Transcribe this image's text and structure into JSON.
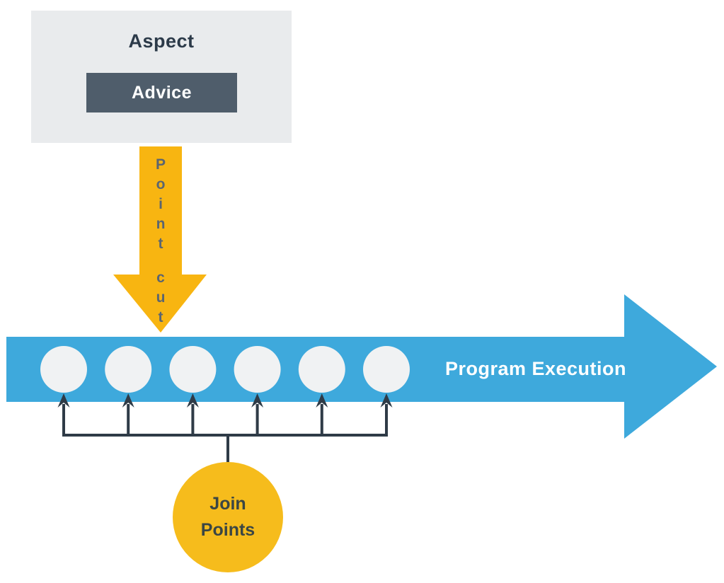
{
  "aspect_panel": {
    "title": "Aspect",
    "advice_label": "Advice"
  },
  "pointcut": {
    "label": "Point cut"
  },
  "execution": {
    "label": "Program Execution"
  },
  "join_points": {
    "label_line1": "Join",
    "label_line2": "Points",
    "node_count": 6
  },
  "colors": {
    "background": "#FFFFFF",
    "panel_bg": "#E9EBED",
    "advice_bg": "#4F5D6B",
    "aspect_text": "#2C3A49",
    "pointcut_arrow_yellow": "#F8B511",
    "pointcut_text": "#5B6570",
    "execution_blue": "#3EA9DC",
    "execution_text": "#FFFFFF",
    "node_circle": "#F0F2F3",
    "connector_dark": "#2F3B47",
    "join_circle_yellow": "#F6BC1C",
    "join_text": "#3B4644"
  }
}
